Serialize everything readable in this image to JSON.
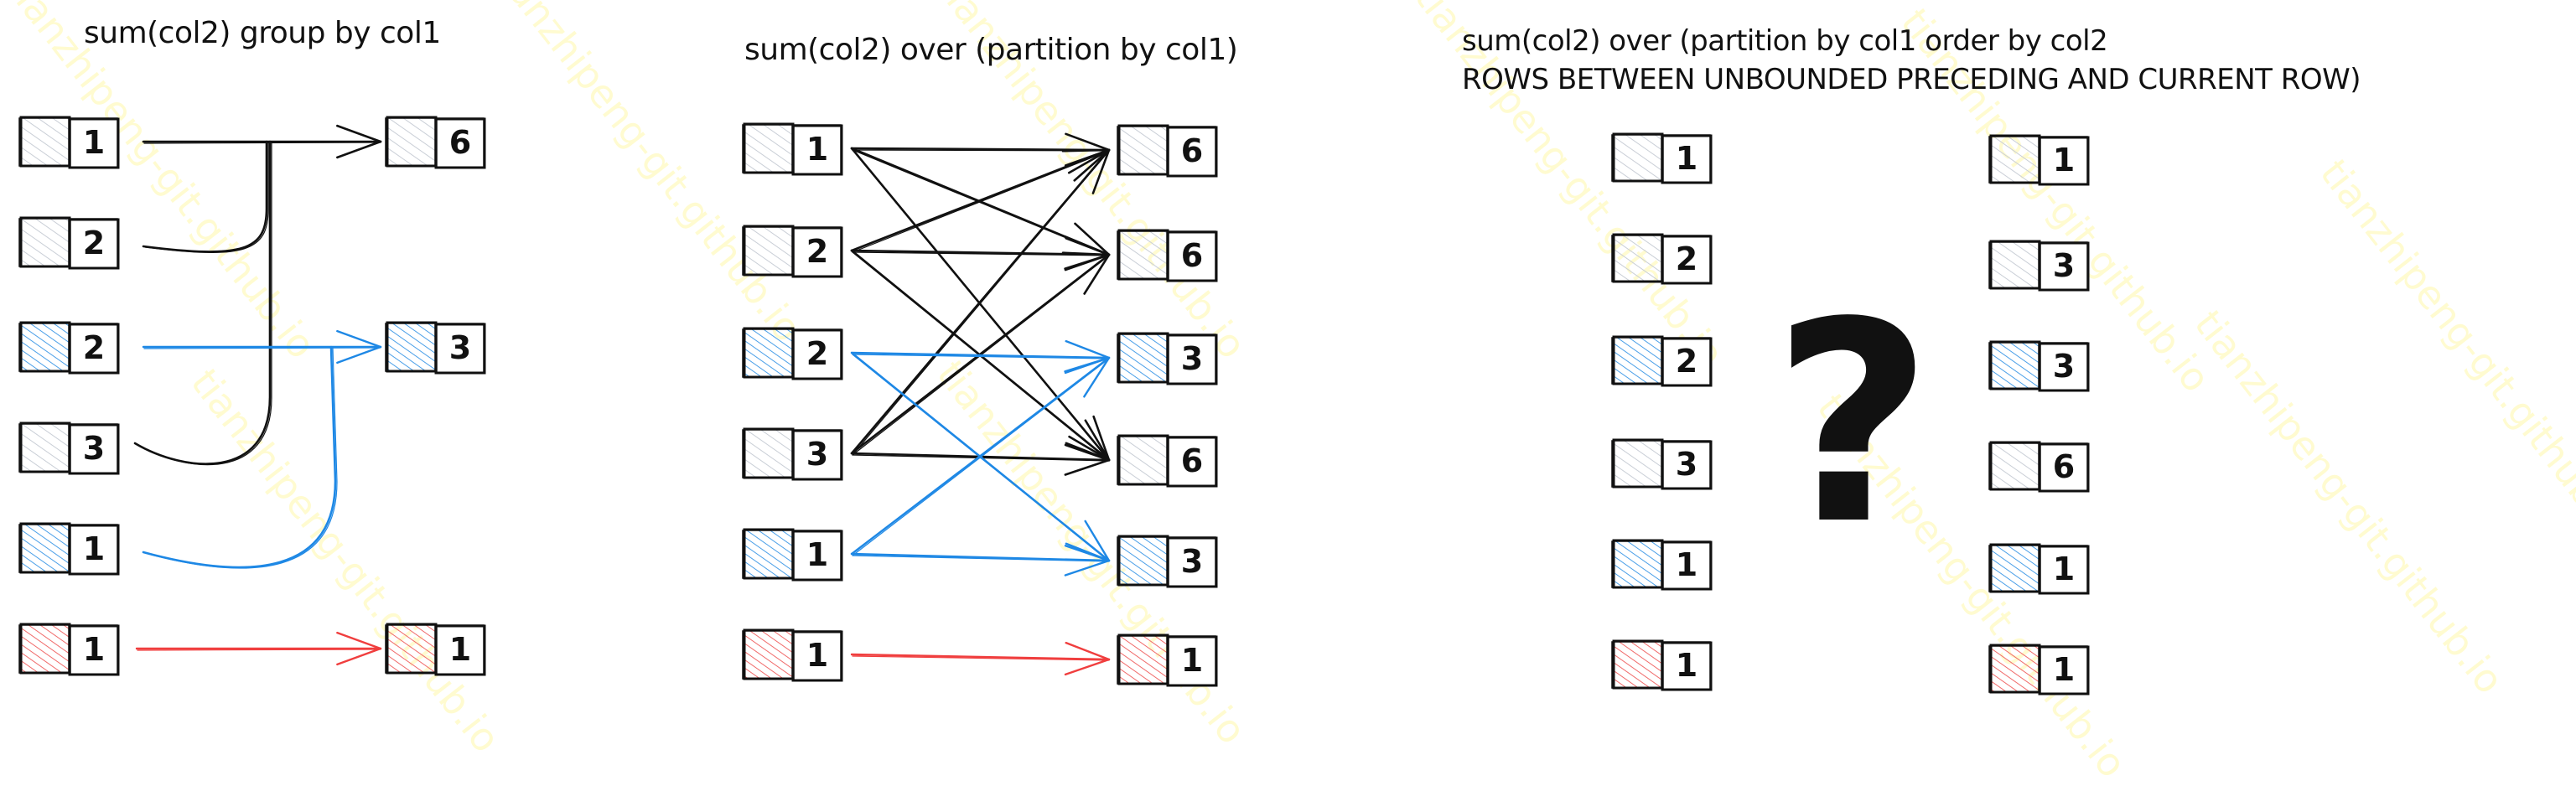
{
  "watermark_text": "tianzhipeng-git.github.io",
  "colors": {
    "black": "#111111",
    "gray_fill": "#c9ced6",
    "blue": "#1e88e5",
    "blue_fill": "#4a9fe8",
    "red": "#f03e3e",
    "red_fill": "#f06a6a",
    "watermark": "#fffbd0"
  },
  "panels": [
    {
      "id": "group-by",
      "title_lines": [
        "sum(col2) group by col1"
      ],
      "inputs": [
        {
          "group": "gray",
          "value": "1"
        },
        {
          "group": "gray",
          "value": "2"
        },
        {
          "group": "blue",
          "value": "2"
        },
        {
          "group": "gray",
          "value": "3"
        },
        {
          "group": "blue",
          "value": "1"
        },
        {
          "group": "red",
          "value": "1"
        }
      ],
      "outputs": [
        {
          "group": "gray",
          "value": "6",
          "row": 0
        },
        {
          "group": "blue",
          "value": "3",
          "row": 2
        },
        {
          "group": "red",
          "value": "1",
          "row": 5
        }
      ],
      "edges": [
        {
          "from": 0,
          "to": 0,
          "color": "black"
        },
        {
          "from": 1,
          "to": 0,
          "color": "black"
        },
        {
          "from": 3,
          "to": 0,
          "color": "black"
        },
        {
          "from": 2,
          "to": 1,
          "color": "blue"
        },
        {
          "from": 4,
          "to": 1,
          "color": "blue"
        },
        {
          "from": 5,
          "to": 2,
          "color": "red"
        }
      ]
    },
    {
      "id": "partition-by",
      "title_lines": [
        "sum(col2) over (partition by col1)"
      ],
      "inputs": [
        {
          "group": "gray",
          "value": "1"
        },
        {
          "group": "gray",
          "value": "2"
        },
        {
          "group": "blue",
          "value": "2"
        },
        {
          "group": "gray",
          "value": "3"
        },
        {
          "group": "blue",
          "value": "1"
        },
        {
          "group": "red",
          "value": "1"
        }
      ],
      "outputs": [
        {
          "group": "gray",
          "value": "6",
          "row": 0
        },
        {
          "group": "gray",
          "value": "6",
          "row": 1
        },
        {
          "group": "blue",
          "value": "3",
          "row": 2
        },
        {
          "group": "gray",
          "value": "6",
          "row": 3
        },
        {
          "group": "blue",
          "value": "3",
          "row": 4
        },
        {
          "group": "red",
          "value": "1",
          "row": 5
        }
      ],
      "edges": [
        {
          "from": 0,
          "to": 0,
          "color": "black"
        },
        {
          "from": 0,
          "to": 1,
          "color": "black"
        },
        {
          "from": 0,
          "to": 3,
          "color": "black"
        },
        {
          "from": 1,
          "to": 0,
          "color": "black"
        },
        {
          "from": 1,
          "to": 1,
          "color": "black"
        },
        {
          "from": 1,
          "to": 3,
          "color": "black"
        },
        {
          "from": 3,
          "to": 0,
          "color": "black"
        },
        {
          "from": 3,
          "to": 1,
          "color": "black"
        },
        {
          "from": 3,
          "to": 3,
          "color": "black"
        },
        {
          "from": 2,
          "to": 2,
          "color": "blue"
        },
        {
          "from": 2,
          "to": 4,
          "color": "blue"
        },
        {
          "from": 4,
          "to": 2,
          "color": "blue"
        },
        {
          "from": 4,
          "to": 4,
          "color": "blue"
        },
        {
          "from": 5,
          "to": 5,
          "color": "red"
        }
      ]
    },
    {
      "id": "running-sum",
      "title_lines": [
        "sum(col2) over (partition by col1 order by col2",
        "ROWS BETWEEN UNBOUNDED PRECEDING AND CURRENT ROW)"
      ],
      "inputs": [
        {
          "group": "gray",
          "value": "1"
        },
        {
          "group": "gray",
          "value": "2"
        },
        {
          "group": "blue",
          "value": "2"
        },
        {
          "group": "gray",
          "value": "3"
        },
        {
          "group": "blue",
          "value": "1"
        },
        {
          "group": "red",
          "value": "1"
        }
      ],
      "outputs": [
        {
          "group": "gray",
          "value": "1",
          "row": 0
        },
        {
          "group": "gray",
          "value": "3",
          "row": 1
        },
        {
          "group": "blue",
          "value": "3",
          "row": 2
        },
        {
          "group": "gray",
          "value": "6",
          "row": 3
        },
        {
          "group": "blue",
          "value": "1",
          "row": 4
        },
        {
          "group": "red",
          "value": "1",
          "row": 5
        }
      ],
      "edges": [],
      "center_symbol": "?"
    }
  ]
}
